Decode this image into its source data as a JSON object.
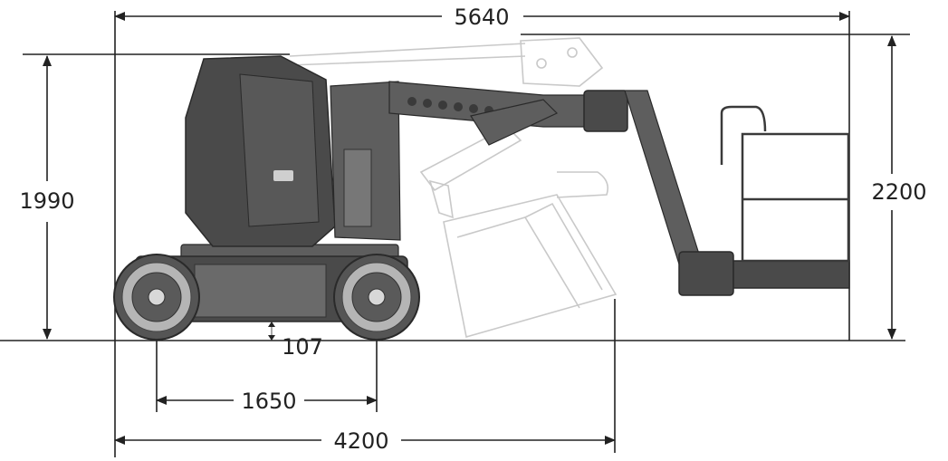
{
  "dimensions": {
    "overall_length": "5640",
    "stowed_height": "1990",
    "max_height": "2200",
    "ground_clearance": "107",
    "wheelbase": "1650",
    "stowed_length": "4200"
  },
  "colors": {
    "machine_body": "#4a4a4a",
    "ghost_outline": "#c9c9c9",
    "dimension_lines": "#222222",
    "background": "#ffffff"
  }
}
